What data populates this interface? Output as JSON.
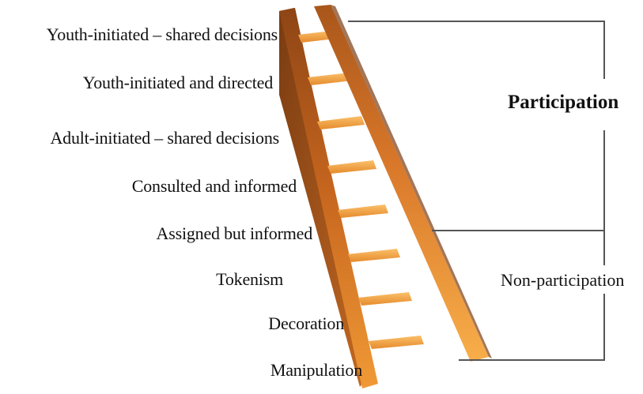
{
  "ladder": {
    "rungs": [
      "Youth-initiated – shared decisions",
      "Youth-initiated and directed",
      "Adult-initiated – shared decisions",
      "Consulted and informed",
      "Assigned but informed",
      "Tokenism",
      "Decoration",
      "Manipulation"
    ]
  },
  "groups": {
    "participation": "Participation",
    "non_participation": "Non-participation"
  },
  "colors": {
    "ladder_light": "#f6a23a",
    "ladder_dark": "#a9561b",
    "bracket_line": "#555555",
    "text": "#111111"
  }
}
